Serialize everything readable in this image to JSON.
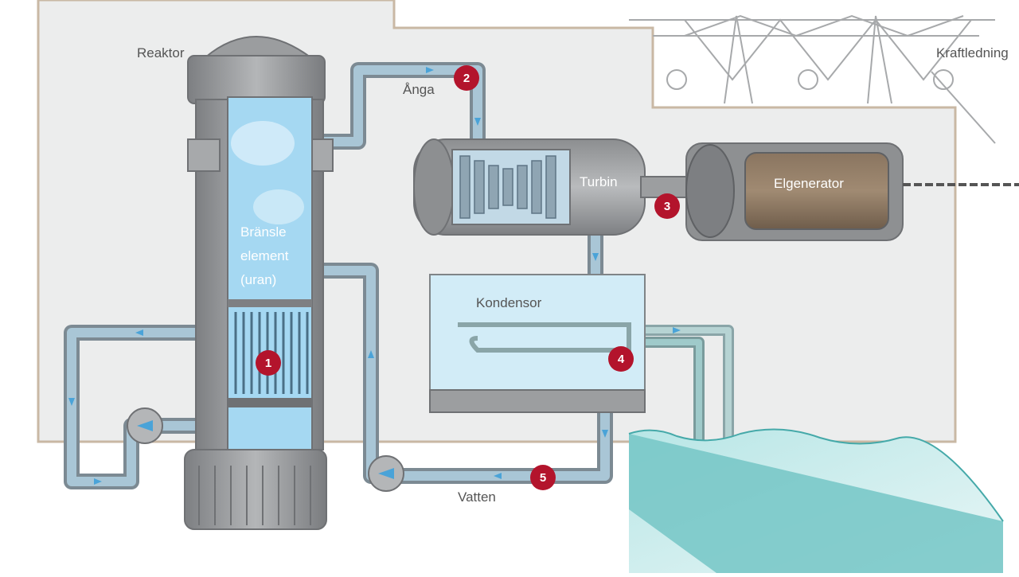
{
  "labels": {
    "reactor": "Reaktor",
    "power_line": "Kraftledning",
    "steam": "Ånga",
    "turbine": "Turbin",
    "generator": "Elgenerator",
    "fuel_line1": "Bränsle",
    "fuel_line2": "element",
    "fuel_line3": "(uran)",
    "condenser": "Kondensor",
    "water": "Vatten"
  },
  "badges": [
    "1",
    "2",
    "3",
    "4",
    "5"
  ],
  "colors": {
    "badge": "#b3142c",
    "pipe": "#9fbccd",
    "metal": "#9a9c9e",
    "sea": "#7fcfcf",
    "water_blue": "#8fd0ee"
  }
}
